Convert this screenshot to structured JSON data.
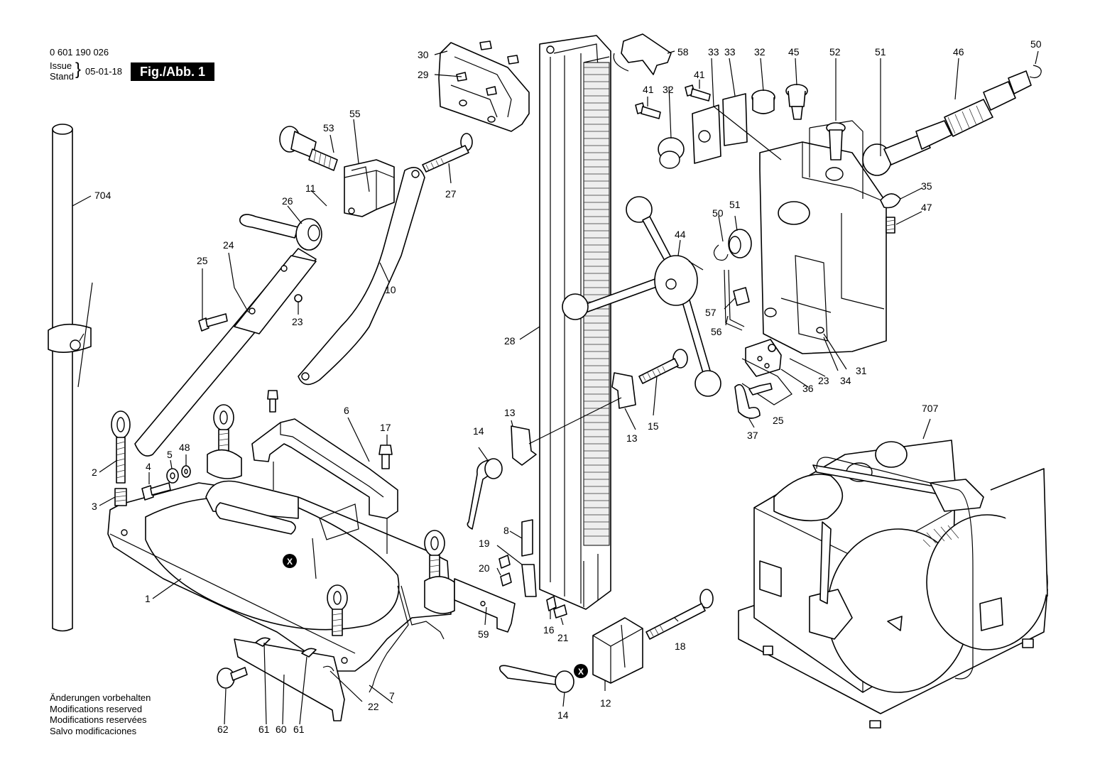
{
  "header": {
    "part_number": "0 601 190 026",
    "issue_label": "Issue",
    "stand_label": "Stand",
    "date": "05-01-18",
    "figure": "Fig./Abb. 1"
  },
  "notes": [
    "Änderungen vorbehalten",
    "Modifications reserved",
    "Modifications reservées",
    "Salvo modificaciones"
  ],
  "callouts": {
    "c704": "704",
    "c1": "1",
    "c2": "2",
    "c3": "3",
    "c4": "4",
    "c5": "5",
    "c48": "48",
    "c6": "6",
    "c7": "7",
    "c8": "8",
    "c10": "10",
    "c11": "11",
    "c12": "12",
    "c13a": "13",
    "c13b": "13",
    "c14a": "14",
    "c14b": "14",
    "c15": "15",
    "c16": "16",
    "c17": "17",
    "c18": "18",
    "c19": "19",
    "c20": "20",
    "c21": "21",
    "c22": "22",
    "c23a": "23",
    "c23b": "23",
    "c24": "24",
    "c25a": "25",
    "c25b": "25",
    "c26": "26",
    "c27": "27",
    "c28": "28",
    "c29": "29",
    "c30": "30",
    "c31": "31",
    "c32a": "32",
    "c32b": "32",
    "c33a": "33",
    "c33b": "33",
    "c34": "34",
    "c35": "35",
    "c36": "36",
    "c37": "37",
    "c41a": "41",
    "c41b": "41",
    "c44": "44",
    "c45": "45",
    "c46": "46",
    "c47": "47",
    "c50a": "50",
    "c50b": "50",
    "c51a": "51",
    "c51b": "51",
    "c52": "52",
    "c53": "53",
    "c55": "55",
    "c56": "56",
    "c57": "57",
    "c58": "58",
    "c59": "59",
    "c60": "60",
    "c61a": "61",
    "c61b": "61",
    "c62": "62",
    "c707": "707"
  },
  "markers": {
    "x1": "X",
    "x2": "X"
  }
}
